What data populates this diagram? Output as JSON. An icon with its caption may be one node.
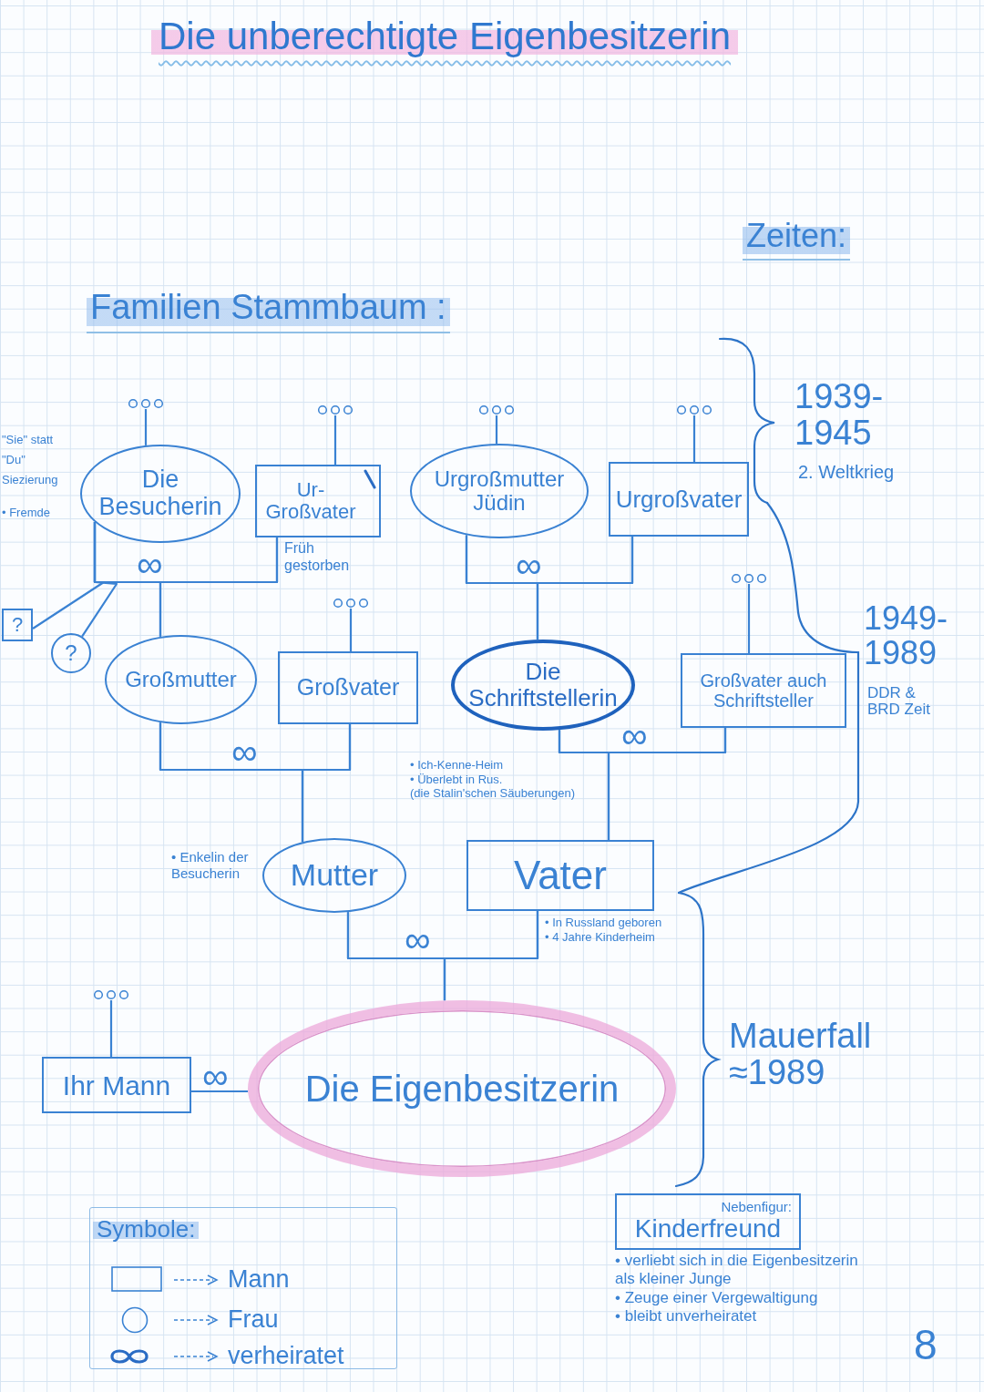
{
  "diagram": {
    "title": "Die unberechtigte Eigenbesitzerin",
    "nodes": [
      {
        "text": [
          "Die Besucherin"
        ],
        "beside": [
          "\"Sie\" statt \"Du\" Siezierung",
          "• Fremde"
        ]
      },
      {
        "text": [
          "Ur- Großvater"
        ],
        "beside": [
          "Früh gestorben"
        ]
      },
      {
        "text": [
          "Urgroßmutter Jüdin"
        ]
      },
      {
        "text": [
          "Urgroßvater"
        ]
      },
      {
        "text": [
          "?"
        ]
      },
      {
        "text": [
          "?"
        ]
      },
      {
        "text": [
          "Großmutter"
        ]
      },
      {
        "text": [
          "Großvater"
        ]
      },
      {
        "text": [
          "Die Schriftstellerin"
        ],
        "beside": [
          "• Ich-Kenne-Heim",
          "• Überlebt in Rus.",
          "(die Stalin'schen Säuberungen)"
        ]
      },
      {
        "text": [
          "Großvater auch Schriftsteller"
        ]
      },
      {
        "text": [
          "Mutter"
        ],
        "beside": [
          "• Enkelin der Besucherin"
        ]
      },
      {
        "text": [
          "Vater"
        ],
        "beside": [
          "• In Russland geboren",
          "• 4 Jahre Kinderheim"
        ]
      },
      {
        "text": [
          "Ihr Mann"
        ]
      },
      {
        "text": [
          "Die Eigenbesitzerin"
        ]
      },
      {
        "text": [
          "Nebenfigur:",
          "Kinderfreund"
        ],
        "beside": [
          "• verliebt sich in die Eigenbesitzerin als kleiner Junge",
          "• Zeuge einer Vergewaltigung",
          "• bleibt unverheiratet"
        ]
      },
      {
        "text": [],
        "shape": "dots"
      },
      {
        "text": [],
        "shape": "dots"
      },
      {
        "text": [],
        "shape": "dots"
      },
      {
        "text": [],
        "shape": "dots"
      },
      {
        "text": [],
        "shape": "dots"
      },
      {
        "text": [],
        "shape": "dots"
      },
      {
        "text": [],
        "shape": "dots"
      }
    ],
    "edges": [
      {
        "from": 0,
        "to": 1,
        "arrow": "none",
        "label": "∞"
      },
      {
        "from": 0,
        "to": 6,
        "arrow": "none"
      },
      {
        "from": 1,
        "to": 6,
        "arrow": "none"
      },
      {
        "from": 0,
        "to": 4,
        "arrow": "none"
      },
      {
        "from": 0,
        "to": 5,
        "arrow": "none"
      },
      {
        "from": 2,
        "to": 3,
        "arrow": "none",
        "label": "∞"
      },
      {
        "from": 2,
        "to": 8,
        "arrow": "none"
      },
      {
        "from": 3,
        "to": 8,
        "arrow": "none"
      },
      {
        "from": 6,
        "to": 7,
        "arrow": "none",
        "label": "∞"
      },
      {
        "from": 6,
        "to": 10,
        "arrow": "none"
      },
      {
        "from": 7,
        "to": 10,
        "arrow": "none"
      },
      {
        "from": 8,
        "to": 9,
        "arrow": "none",
        "label": "∞"
      },
      {
        "from": 8,
        "to": 11,
        "arrow": "none"
      },
      {
        "from": 9,
        "to": 11,
        "arrow": "none"
      },
      {
        "from": 10,
        "to": 11,
        "arrow": "none",
        "label": "∞"
      },
      {
        "from": 10,
        "to": 13,
        "arrow": "none"
      },
      {
        "from": 11,
        "to": 13,
        "arrow": "none"
      },
      {
        "from": 12,
        "to": 13,
        "arrow": "none",
        "label": "∞"
      },
      {
        "from": 15,
        "to": 0,
        "arrow": "none"
      },
      {
        "from": 16,
        "to": 1,
        "arrow": "none"
      },
      {
        "from": 17,
        "to": 2,
        "arrow": "none"
      },
      {
        "from": 18,
        "to": 3,
        "arrow": "none"
      },
      {
        "from": 19,
        "to": 9,
        "arrow": "none"
      },
      {
        "from": 20,
        "to": 7,
        "arrow": "none"
      },
      {
        "from": 21,
        "to": 12,
        "arrow": "none"
      }
    ],
    "labels": [
      "Zeiten:",
      "Familien Stammbaum :",
      "1939- 1945",
      "2. Weltkrieg",
      "1949- 1989",
      "DDR & BRD Zeit",
      "Mauerfall ≈1989",
      "Symbole:",
      "8"
    ],
    "legend": [
      {
        "text": "Mann"
      },
      {
        "text": "Frau"
      },
      {
        "text": "verheiratet"
      }
    ]
  }
}
